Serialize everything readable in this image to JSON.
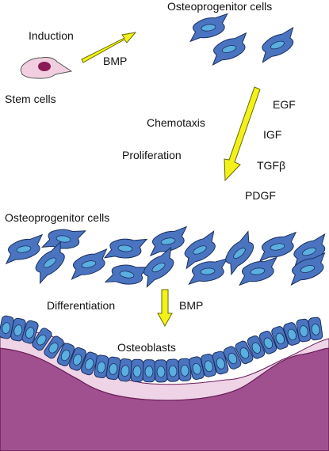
{
  "labels": {
    "induction": "Induction",
    "bmp_top": "BMP",
    "stem_cells": "Stem cells",
    "osteoprogenitor_top": "Osteoprogenitor cells",
    "egf": "EGF",
    "chemotaxis": "Chemotaxis",
    "igf": "IGF",
    "proliferation": "Proliferation",
    "tgfb": "TGFβ",
    "pdgf": "PDGF",
    "osteoprogenitor_mid": "Osteoprogenitor cells",
    "differentiation": "Differentiation",
    "bmp_bottom": "BMP",
    "osteoblasts": "Osteoblasts"
  },
  "colors": {
    "cell_fill": "#4a74c0",
    "cell_stroke": "#1c3060",
    "nucleus_fill": "#5aaee0",
    "stem_cell_fill": "#f2cfe0",
    "stem_nucleus": "#8a1a55",
    "arrow_fill": "#f2f21a",
    "arrow_stroke": "#6a6a00",
    "matrix_fill": "#efd3e6",
    "bone_fill": "#a0508e",
    "bone_stroke": "#6a1f5a"
  }
}
